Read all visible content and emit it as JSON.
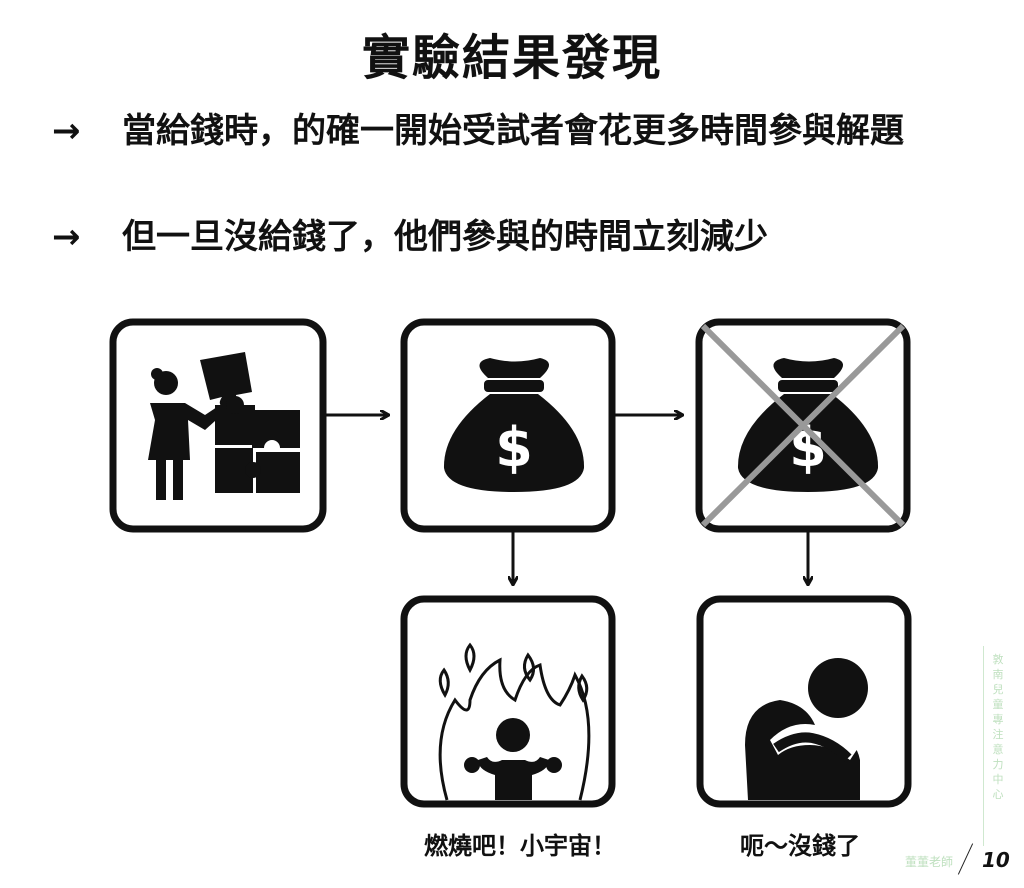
{
  "title": "實驗結果發現",
  "bullets": [
    {
      "arrow": "→",
      "text": "當給錢時，的確一開始受試者會花更多時間參與解題"
    },
    {
      "arrow": "→",
      "text": "但一旦沒給錢了，他們參與的時間立刻減少"
    }
  ],
  "diagram": {
    "boxes": [
      {
        "icon": "person-puzzle-icon"
      },
      {
        "icon": "money-bag-icon",
        "symbol": "$"
      },
      {
        "icon": "money-bag-crossed-icon",
        "symbol": "$"
      },
      {
        "icon": "person-on-fire-icon"
      },
      {
        "icon": "sad-person-icon"
      }
    ],
    "captions": {
      "motivated": "燃燒吧！小宇宙！",
      "demotivated": "呃～沒錢了"
    }
  },
  "watermark": {
    "vertical": "敦南兒童專注意力中心",
    "teacher": "董董老師"
  },
  "page_number": "10"
}
